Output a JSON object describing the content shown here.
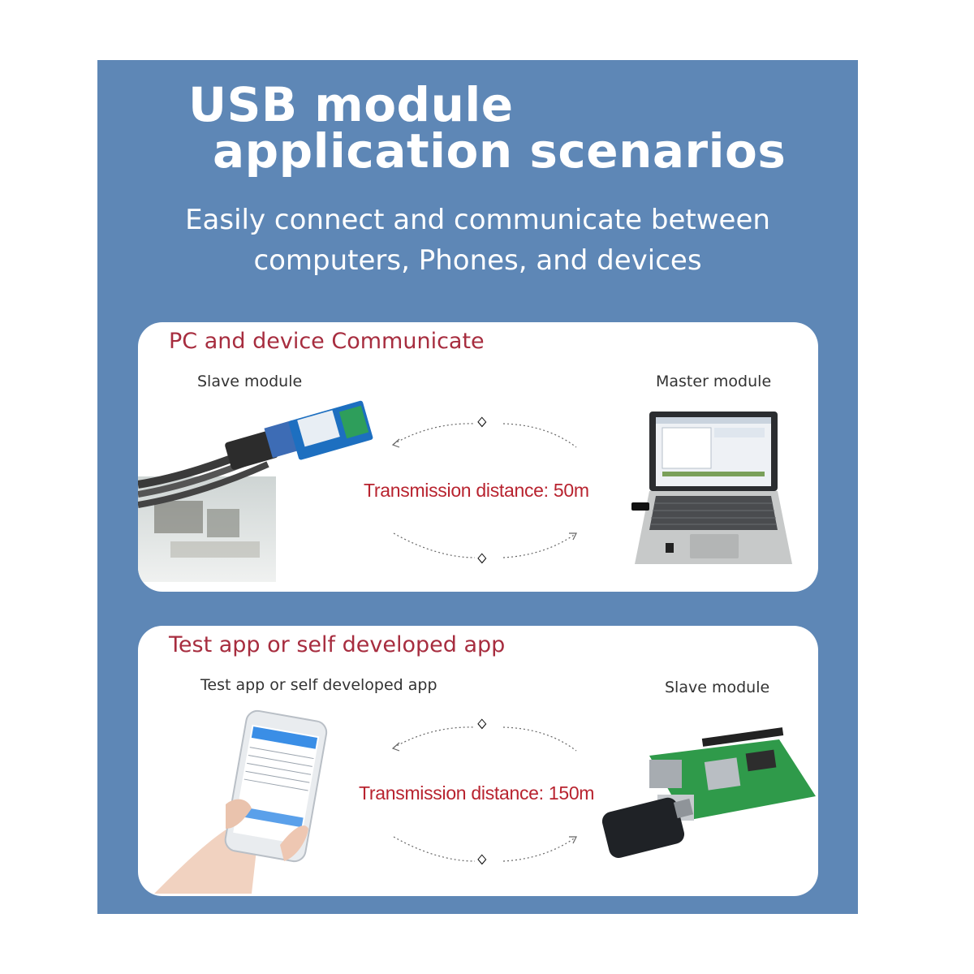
{
  "header": {
    "title_line1": "USB  module",
    "title_line2": "application scenarios",
    "subtitle_line1": "Easily connect and communicate between",
    "subtitle_line2": "computers, Phones, and devices"
  },
  "scenario1": {
    "heading": "PC and device Communicate",
    "left_label": "Slave module",
    "right_label": "Master module",
    "distance": "Transmission distance: 50m",
    "bt_icon": "bluetooth-icon"
  },
  "scenario2": {
    "heading": "Test app or self developed app",
    "left_label": "Test app or self developed app",
    "right_label": "Slave module",
    "distance": "Transmission distance: 150m",
    "bt_icon": "bluetooth-icon"
  },
  "colors": {
    "panel": "#5e87b6",
    "heading": "#a72d3f",
    "distance": "#b8232f"
  }
}
